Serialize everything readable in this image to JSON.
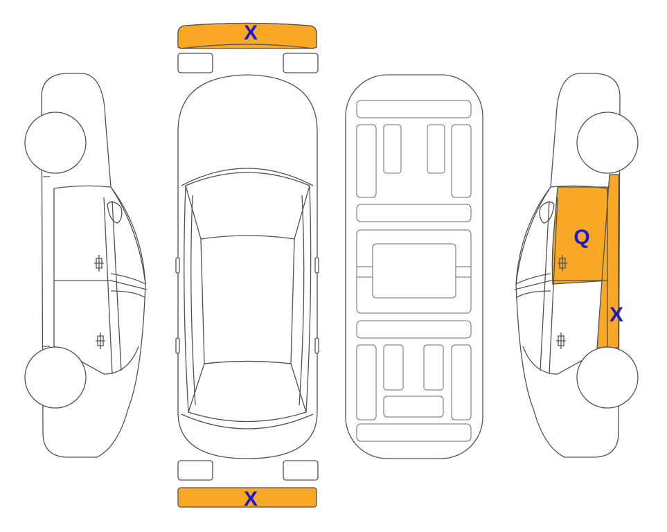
{
  "colors": {
    "damage_fill": "#f9a825",
    "marker_text": "#1a1acc",
    "outline": "#505050"
  },
  "marks": {
    "front_bumper": "X",
    "rear_bumper": "X",
    "right_front_door": "Q",
    "right_pillar": "X"
  }
}
